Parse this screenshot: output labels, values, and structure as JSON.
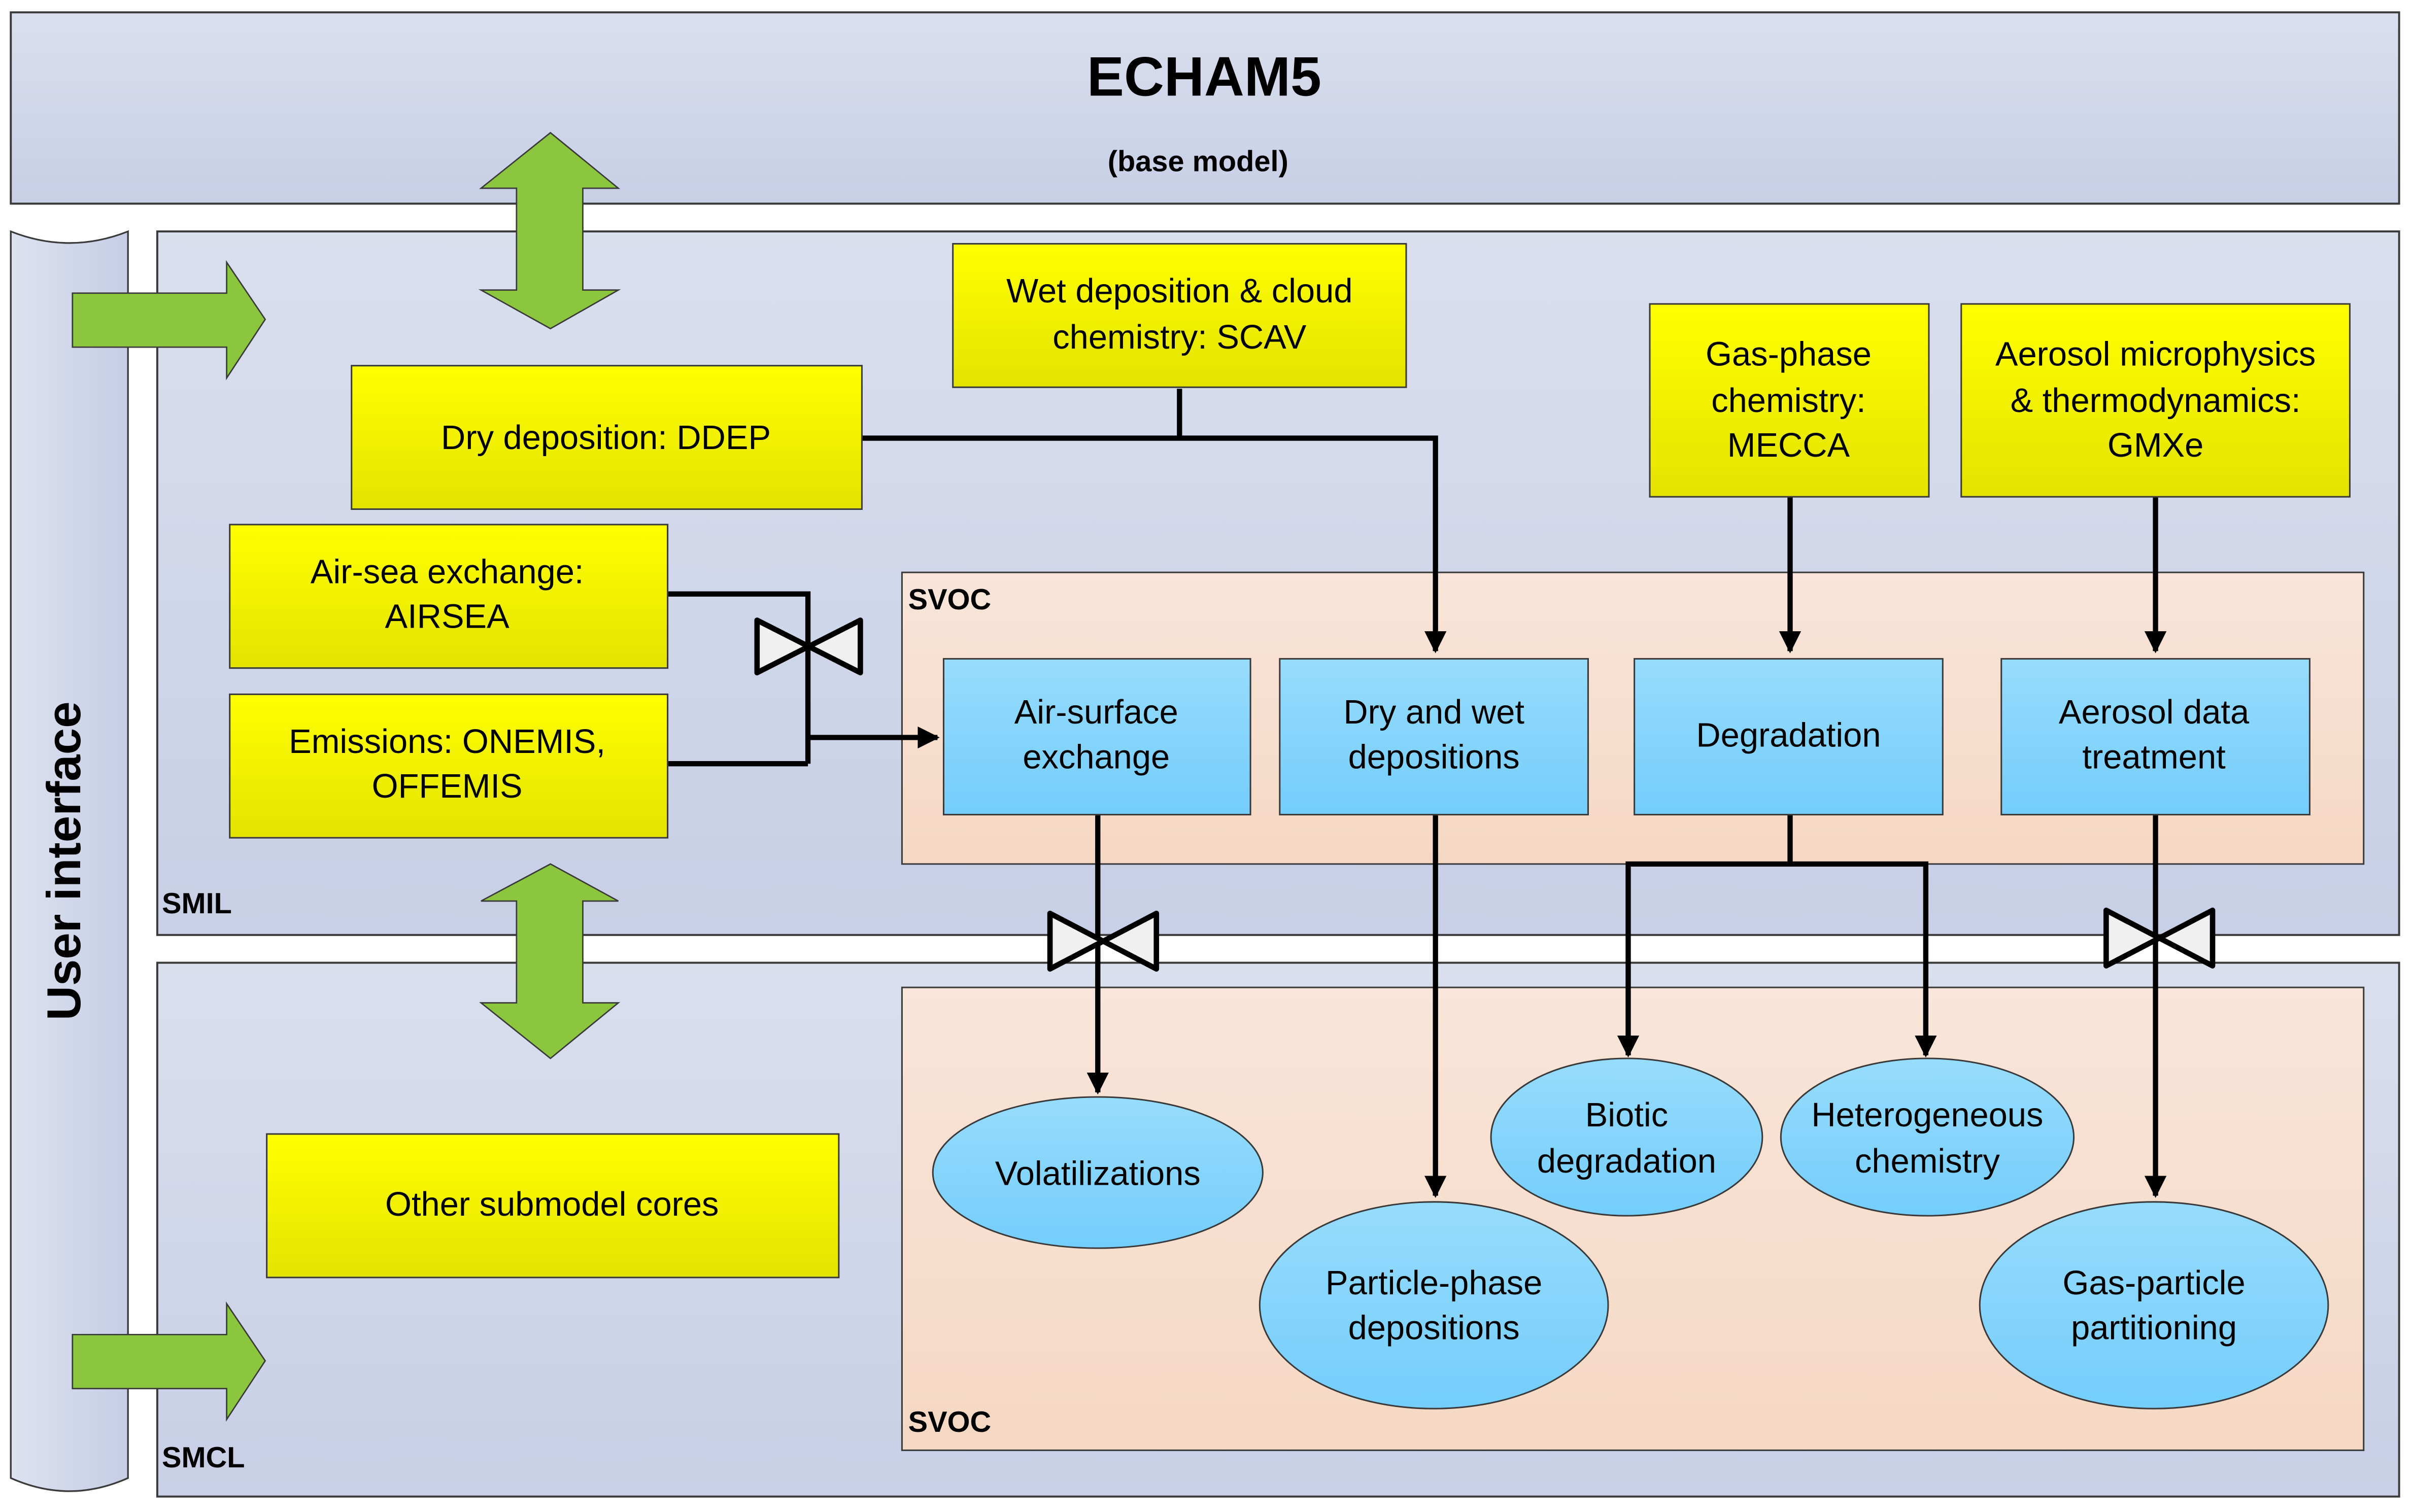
{
  "base_model": {
    "title": "ECHAM5",
    "subtitle": "(base model)"
  },
  "user_interface": {
    "label": "User interface"
  },
  "layers": {
    "smil": {
      "label": "SMIL"
    },
    "smcl": {
      "label": "SMCL"
    }
  },
  "submodels": {
    "dry_deposition": "Dry  deposition: DDEP",
    "wet_deposition": [
      "Wet deposition & cloud",
      "chemistry: SCAV"
    ],
    "air_sea": [
      "Air-sea exchange:",
      "AIRSEA"
    ],
    "emissions": [
      "Emissions: ONEMIS,",
      "OFFEMIS"
    ],
    "gas_phase": [
      "Gas-phase",
      "chemistry:",
      "MECCA"
    ],
    "aerosol": [
      "Aerosol microphysics",
      "& thermodynamics:",
      "GMXe"
    ],
    "other_cores": "Other submodel cores"
  },
  "svoc_interface": {
    "label": "SVOC",
    "processes": {
      "air_surface": [
        "Air-surface",
        "exchange"
      ],
      "dry_wet": [
        "Dry and wet",
        "depositions"
      ],
      "degradation": "Degradation",
      "aerosol_data": [
        "Aerosol data",
        "treatment"
      ]
    }
  },
  "svoc_core": {
    "label": "SVOC",
    "processes": {
      "volatilizations": "Volatilizations",
      "particle_phase": [
        "Particle-phase",
        "depositions"
      ],
      "biotic": [
        "Biotic",
        "degradation"
      ],
      "heterogeneous": [
        "Heterogeneous",
        "chemistry"
      ],
      "gas_particle": [
        "Gas-particle",
        "partitioning"
      ]
    }
  },
  "colors": {
    "panel": "#d3d8ea",
    "submodel_yellow": "#f5f500",
    "process_blue": "#8ed8fb",
    "svoc_peach": "#f8dfcf",
    "arrow_green": "#8cc63f"
  }
}
